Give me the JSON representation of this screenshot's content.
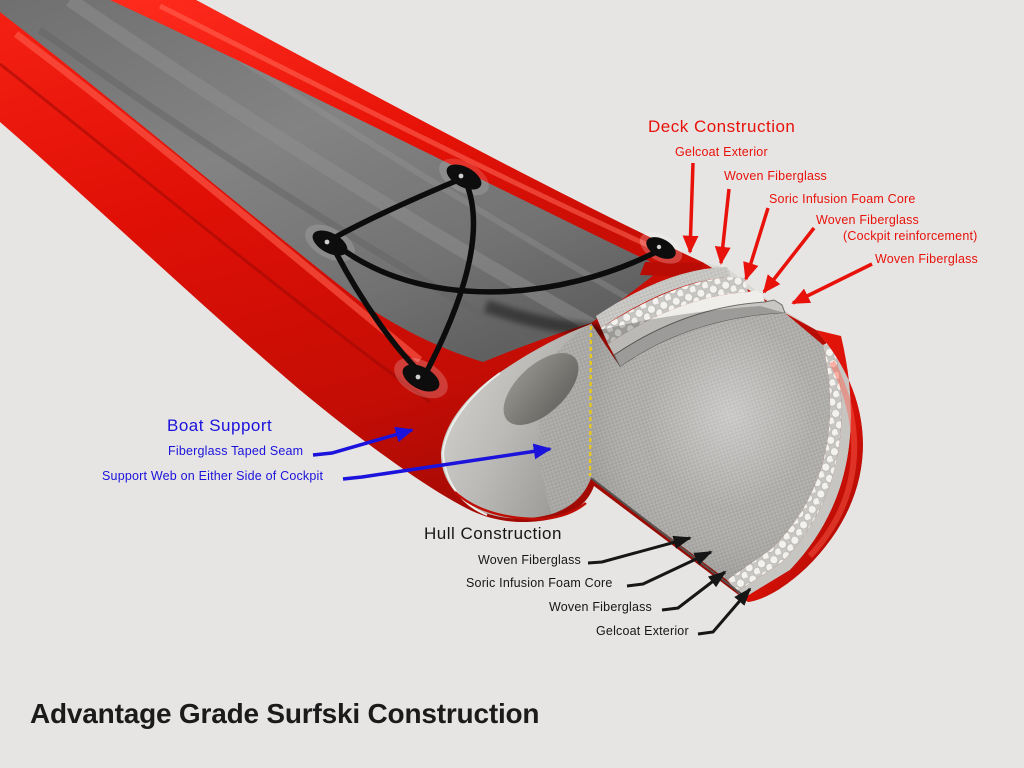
{
  "title": "Advantage Grade Surfski Construction",
  "deck": {
    "heading": "Deck Construction",
    "layers": [
      "Gelcoat Exterior",
      "Woven Fiberglass",
      "Soric Infusion Foam Core",
      "Woven Fiberglass",
      "(Cockpit reinforcement)",
      "Woven Fiberglass"
    ]
  },
  "support": {
    "heading": "Boat Support",
    "labels": [
      "Fiberglass Taped Seam",
      "Support Web on Either Side of Cockpit"
    ]
  },
  "hull": {
    "heading": "Hull Construction",
    "layers": [
      "Woven Fiberglass",
      "Soric Infusion Foam Core",
      "Woven Fiberglass",
      "Gelcoat Exterior"
    ]
  },
  "colors": {
    "deck_labels": "#e8120b",
    "support_labels": "#1b12dc",
    "hull_labels": "#161616",
    "boat_red": "#e01006",
    "background": "#e6e5e3"
  }
}
